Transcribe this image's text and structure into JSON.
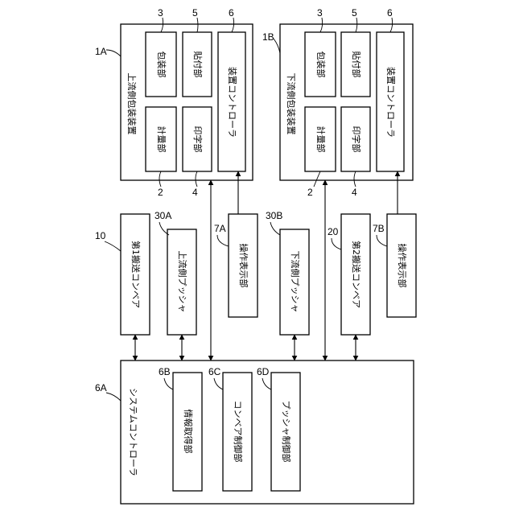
{
  "upstream_unit": {
    "ref": "1A",
    "label": "上流側包装装置",
    "weighing": {
      "ref": "2",
      "label": "計量部"
    },
    "packaging": {
      "ref": "3",
      "label": "包装部"
    },
    "printing": {
      "ref": "4",
      "label": "印字部"
    },
    "labeling": {
      "ref": "5",
      "label": "貼付部"
    },
    "controller": {
      "ref": "6",
      "label": "装置コントローラ"
    }
  },
  "downstream_unit": {
    "ref": "1B",
    "label": "下流側包装装置",
    "weighing": {
      "ref": "2",
      "label": "計量部"
    },
    "packaging": {
      "ref": "3",
      "label": "包装部"
    },
    "printing": {
      "ref": "4",
      "label": "印字部"
    },
    "labeling": {
      "ref": "5",
      "label": "貼付部"
    },
    "controller": {
      "ref": "6",
      "label": "装置コントローラ"
    }
  },
  "conveyor1": {
    "ref": "10",
    "label": "第1搬送コンベア"
  },
  "pusher_upstream": {
    "ref": "30A",
    "label": "上流側プッシャ"
  },
  "display_a": {
    "ref": "7A",
    "label": "操作表示部"
  },
  "pusher_downstream": {
    "ref": "30B",
    "label": "下流側プッシャ"
  },
  "conveyor2": {
    "ref": "20",
    "label": "第2搬送コンベア"
  },
  "display_b": {
    "ref": "7B",
    "label": "操作表示部"
  },
  "system_controller": {
    "ref": "6A",
    "label": "システムコントローラ",
    "info_acquisition": {
      "ref": "6B",
      "label": "情報取得部"
    },
    "conveyor_control": {
      "ref": "6C",
      "label": "コンベア制御部"
    },
    "pusher_control": {
      "ref": "6D",
      "label": "プッシャ制御部"
    }
  }
}
